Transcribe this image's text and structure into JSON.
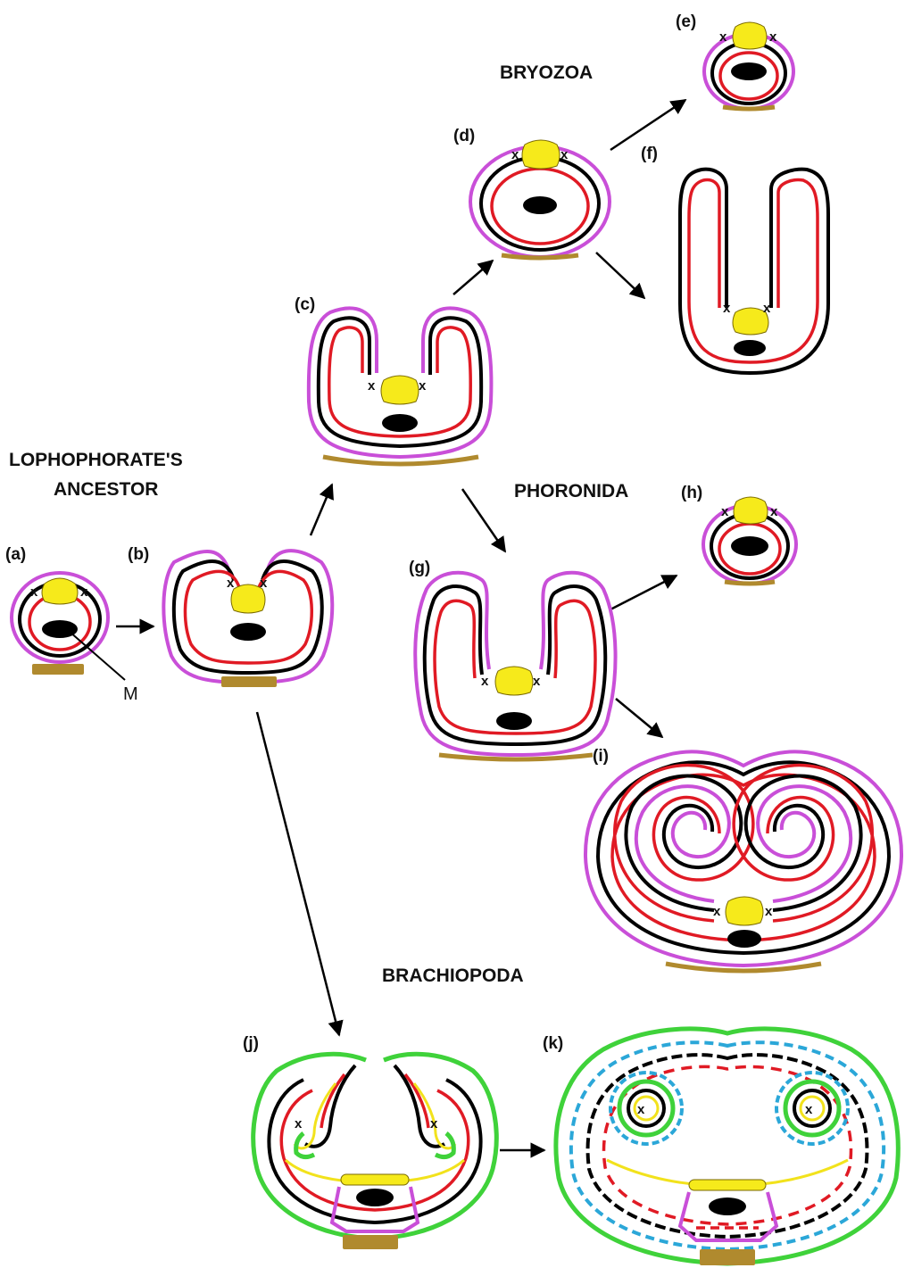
{
  "groups": {
    "bryozoa": "BRYOZOA",
    "lophophorate_ancestor_line1": "LOPHOPHORATE'S",
    "lophophorate_ancestor_line2": "ANCESTOR",
    "phoronida": "PHORONIDA",
    "brachiopoda": "BRACHIOPODA"
  },
  "panels": {
    "a": "(a)",
    "b": "(b)",
    "c": "(c)",
    "d": "(d)",
    "e": "(e)",
    "f": "(f)",
    "g": "(g)",
    "h": "(h)",
    "i": "(i)",
    "j": "(j)",
    "k": "(k)"
  },
  "markers": {
    "x": "x",
    "mouth": "M"
  },
  "colors": {
    "outer_epidermis": "#c94fd8",
    "brachiopod_mantle": "#3fd23a",
    "tentacle_line": "#000000",
    "coelom_line": "#e01a24",
    "ganglion": "#f6ea1b",
    "base": "#b08a2e",
    "cirri": "#2ba7d8"
  }
}
